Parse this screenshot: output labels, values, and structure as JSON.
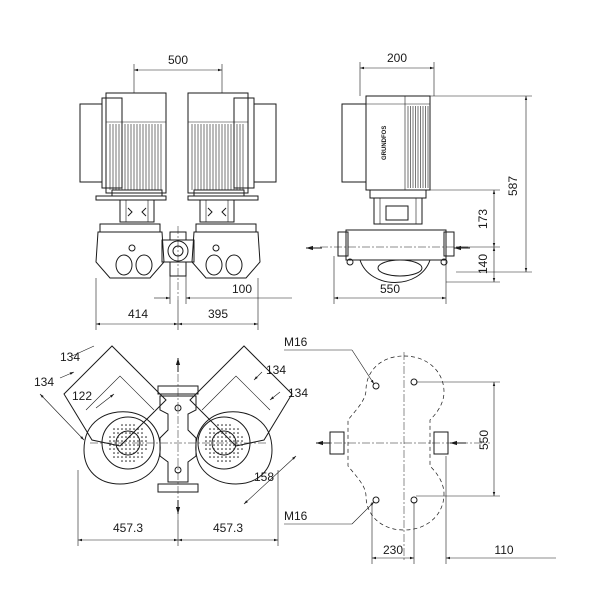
{
  "dimensions": {
    "front_motor_spacing": "500",
    "side_width": "200",
    "side_height_total": "587",
    "side_height_flange": "173",
    "side_height_base": "140",
    "front_offset": "100",
    "front_left": "414",
    "front_right": "395",
    "side_base_length": "550",
    "top_flange_a": "134",
    "top_flange_b": "134",
    "top_bolt_circle": "122",
    "top_right_a": "134",
    "top_right_b": "134",
    "top_right_depth": "158",
    "top_left_half": "457.3",
    "top_right_half": "457.3",
    "plan_thread_top": "M16",
    "plan_thread_bottom": "M16",
    "plan_height": "550",
    "plan_offset": "230",
    "plan_right": "110"
  },
  "brand_mark": "GRUNDFOS"
}
